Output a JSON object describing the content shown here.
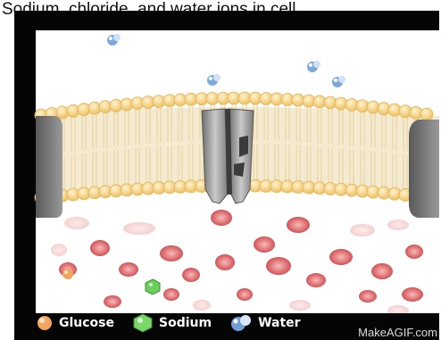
{
  "caption": "Sodium, chloride, and water ions in cell",
  "legend": [
    {
      "label": "Glucose",
      "icon": "glucose-icon",
      "color": "#f2a55e"
    },
    {
      "label": "Sodium",
      "icon": "sodium-icon",
      "color": "#7bd66b"
    },
    {
      "label": "Water",
      "icon": "water-icon",
      "color": "#6f9fd6"
    }
  ],
  "watermark": "MakeAGIF.com",
  "colors": {
    "membrane_head": "#f6d48a",
    "membrane_tail": "#f3e8c8",
    "channel": "#8f8f8f",
    "blood_cell": "#d9575b",
    "frame_bg": "#050505",
    "scene_bg": "#ffffff"
  }
}
